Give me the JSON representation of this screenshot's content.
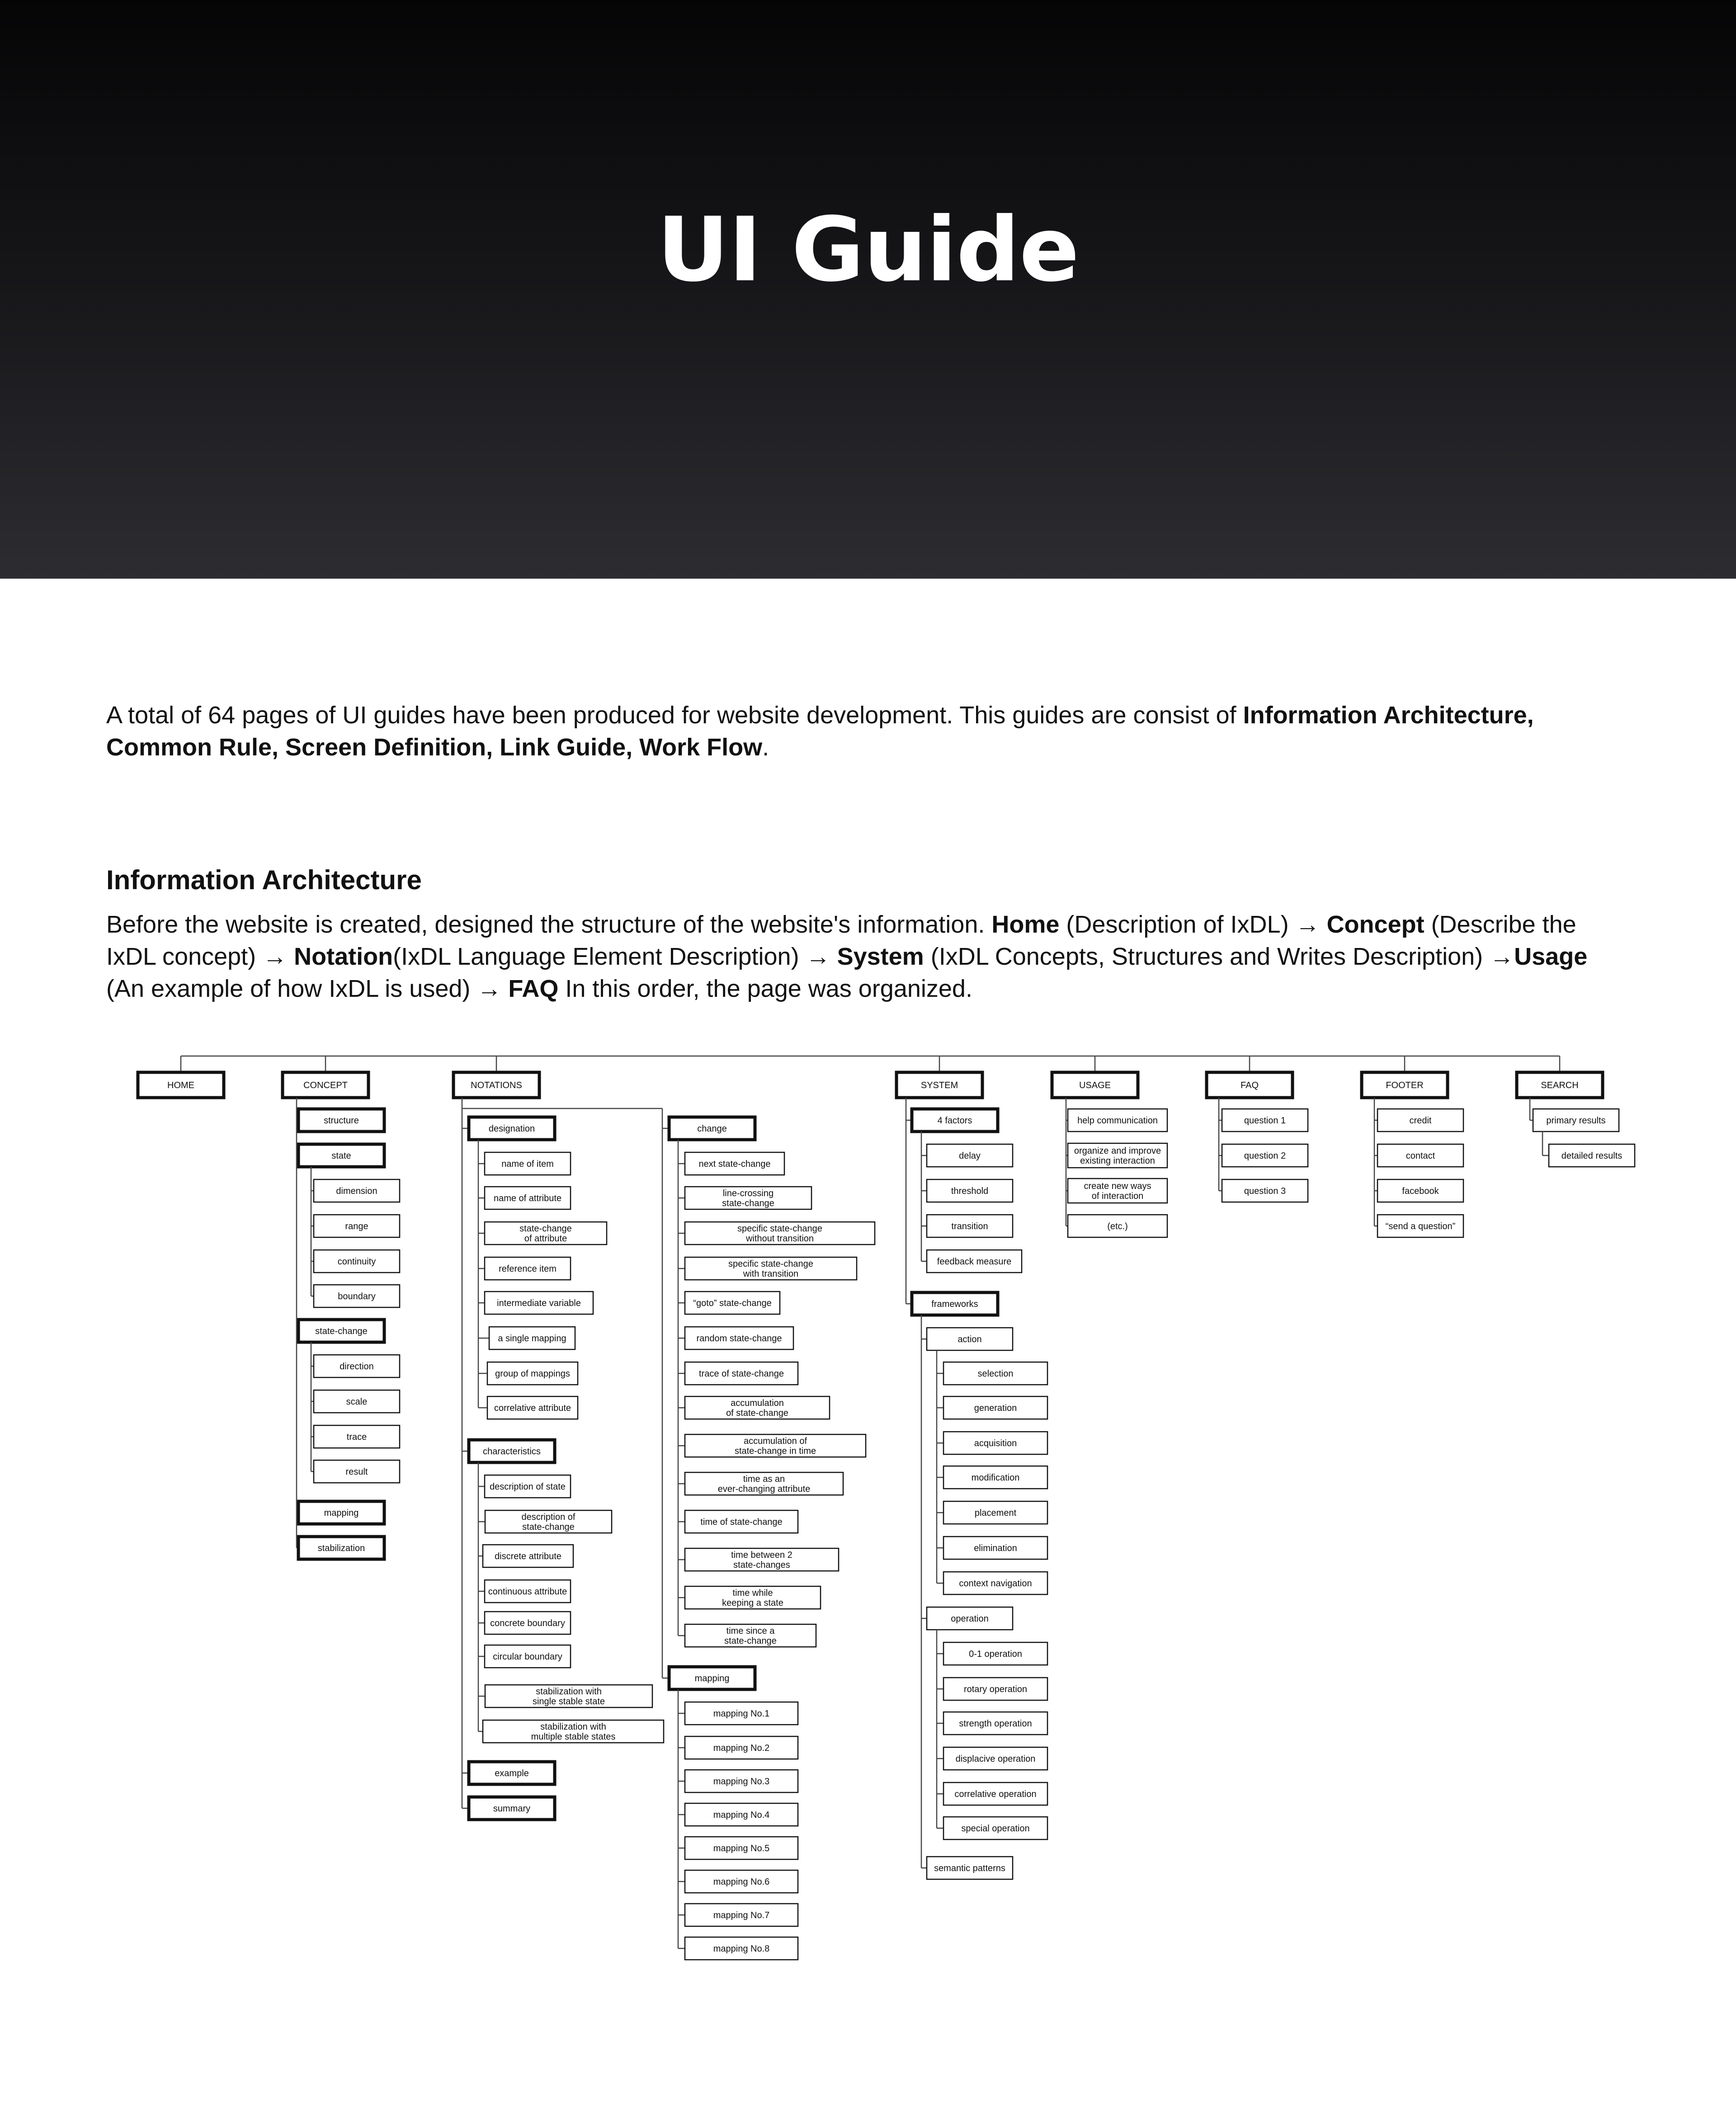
{
  "hero": {
    "title": "UI Guide"
  },
  "intro": {
    "segments": [
      {
        "text": "A total of 64 pages of UI guides have been produced for website development. This guides are consist of ",
        "bold": false
      },
      {
        "text": "Information Architecture, Common Rule, Screen Definition, Link Guide, Work Flow",
        "bold": true
      },
      {
        "text": ".",
        "bold": false
      }
    ]
  },
  "ia_section": {
    "title": "Information Architecture",
    "segments": [
      {
        "text": "Before  the website is created, designed the structure of the website's information. ",
        "bold": false
      },
      {
        "text": "Home",
        "bold": true
      },
      {
        "text": " (Description of IxDL) → ",
        "bold": false
      },
      {
        "text": "Concept",
        "bold": true
      },
      {
        "text": " (Describe the IxDL concept) → ",
        "bold": false
      },
      {
        "text": "Notation",
        "bold": true
      },
      {
        "text": "(IxDL Language Element Description) → ",
        "bold": false
      },
      {
        "text": "System",
        "bold": true
      },
      {
        "text": " (IxDL Concepts, Structures and Writes Description) →",
        "bold": false
      },
      {
        "text": "Usage",
        "bold": true
      },
      {
        "text": " (An example of how IxDL is used) → ",
        "bold": false
      },
      {
        "text": "FAQ",
        "bold": true
      },
      {
        "text": " In this order, the page was organized.",
        "bold": false
      }
    ]
  },
  "sitemap": {
    "roots": [
      {
        "id": "home",
        "label": "HOME",
        "children": []
      },
      {
        "id": "concept",
        "label": "CONCEPT",
        "children": [
          {
            "label": "structure",
            "strong": true,
            "children": []
          },
          {
            "label": "state",
            "strong": true,
            "children": [
              {
                "label": "dimension"
              },
              {
                "label": "range"
              },
              {
                "label": "continuity"
              },
              {
                "label": "boundary"
              }
            ]
          },
          {
            "label": "state-change",
            "strong": true,
            "children": [
              {
                "label": "direction"
              },
              {
                "label": "scale"
              },
              {
                "label": "trace"
              },
              {
                "label": "result"
              }
            ]
          },
          {
            "label": "mapping",
            "strong": true,
            "children": []
          },
          {
            "label": "stabilization",
            "strong": true,
            "children": []
          }
        ]
      },
      {
        "id": "notations",
        "label": "NOTATIONS",
        "children": [
          {
            "label": "designation",
            "strong": true,
            "children": [
              {
                "label": "name of item"
              },
              {
                "label": "name of attribute"
              },
              {
                "label": "state-change of attribute"
              },
              {
                "label": "reference item"
              },
              {
                "label": "intermediate variable"
              },
              {
                "label": "a single mapping"
              },
              {
                "label": "group of mappings"
              },
              {
                "label": "correlative attribute"
              }
            ]
          },
          {
            "label": "characteristics",
            "strong": true,
            "children": [
              {
                "label": "description of state"
              },
              {
                "label": "description of state-change"
              },
              {
                "label": "discrete attribute"
              },
              {
                "label": "continuous attribute"
              },
              {
                "label": "concrete boundary"
              },
              {
                "label": "circular boundary"
              },
              {
                "label": "stabilization with single stable state"
              },
              {
                "label": "stabilization with multiple stable states"
              }
            ]
          },
          {
            "label": "example",
            "strong": true,
            "children": []
          },
          {
            "label": "summary",
            "strong": true,
            "children": []
          },
          {
            "label": "change",
            "strong": true,
            "children": [
              {
                "label": "next state-change"
              },
              {
                "label": "line-crossing state-change"
              },
              {
                "label": "specific state-change without transition"
              },
              {
                "label": "specific state-change with transition"
              },
              {
                "label": "“goto” state-change"
              },
              {
                "label": "random state-change"
              },
              {
                "label": "trace of state-change"
              },
              {
                "label": "accumulation of state-change"
              },
              {
                "label": "accumulation of state-change in time"
              },
              {
                "label": "time as an ever-changing attribute"
              },
              {
                "label": "time of state-change"
              },
              {
                "label": "time between 2 state-changes"
              },
              {
                "label": "time while keeping a state"
              },
              {
                "label": "time since a state-change"
              }
            ]
          },
          {
            "label": "mapping",
            "strong": true,
            "children": [
              {
                "label": "mapping No.1"
              },
              {
                "label": "mapping No.2"
              },
              {
                "label": "mapping No.3"
              },
              {
                "label": "mapping No.4"
              },
              {
                "label": "mapping No.5"
              },
              {
                "label": "mapping No.6"
              },
              {
                "label": "mapping No.7"
              },
              {
                "label": "mapping No.8"
              }
            ]
          }
        ]
      },
      {
        "id": "system",
        "label": "SYSTEM",
        "children": [
          {
            "label": "4 factors",
            "strong": true,
            "children": [
              {
                "label": "delay"
              },
              {
                "label": "threshold"
              },
              {
                "label": "transition"
              },
              {
                "label": "feedback measure"
              }
            ]
          },
          {
            "label": "frameworks",
            "strong": true,
            "children": [
              {
                "label": "action",
                "children": [
                  {
                    "label": "selection"
                  },
                  {
                    "label": "generation"
                  },
                  {
                    "label": "acquisition"
                  },
                  {
                    "label": "modification"
                  },
                  {
                    "label": "placement"
                  },
                  {
                    "label": "elimination"
                  },
                  {
                    "label": "context navigation"
                  }
                ]
              },
              {
                "label": "operation",
                "children": [
                  {
                    "label": "0-1 operation"
                  },
                  {
                    "label": "rotary operation"
                  },
                  {
                    "label": "strength operation"
                  },
                  {
                    "label": "displacive operation"
                  },
                  {
                    "label": "correlative operation"
                  },
                  {
                    "label": "special operation"
                  }
                ]
              },
              {
                "label": "semantic patterns",
                "children": []
              }
            ]
          }
        ]
      },
      {
        "id": "usage",
        "label": "USAGE",
        "children": [
          {
            "label": "help communication"
          },
          {
            "label": "organize and improve existing interaction"
          },
          {
            "label": "create new ways of interaction"
          },
          {
            "label": "(etc.)"
          }
        ]
      },
      {
        "id": "faq",
        "label": "FAQ",
        "children": [
          {
            "label": "question 1"
          },
          {
            "label": "question 2"
          },
          {
            "label": "question 3"
          }
        ]
      },
      {
        "id": "footer",
        "label": "FOOTER",
        "children": [
          {
            "label": "credit"
          },
          {
            "label": "contact"
          },
          {
            "label": "facebook"
          },
          {
            "label": "“send a question”"
          }
        ]
      },
      {
        "id": "search",
        "label": "SEARCH",
        "children": [
          {
            "label": "primary results",
            "children": [
              {
                "label": "detailed results"
              }
            ]
          }
        ]
      }
    ]
  }
}
